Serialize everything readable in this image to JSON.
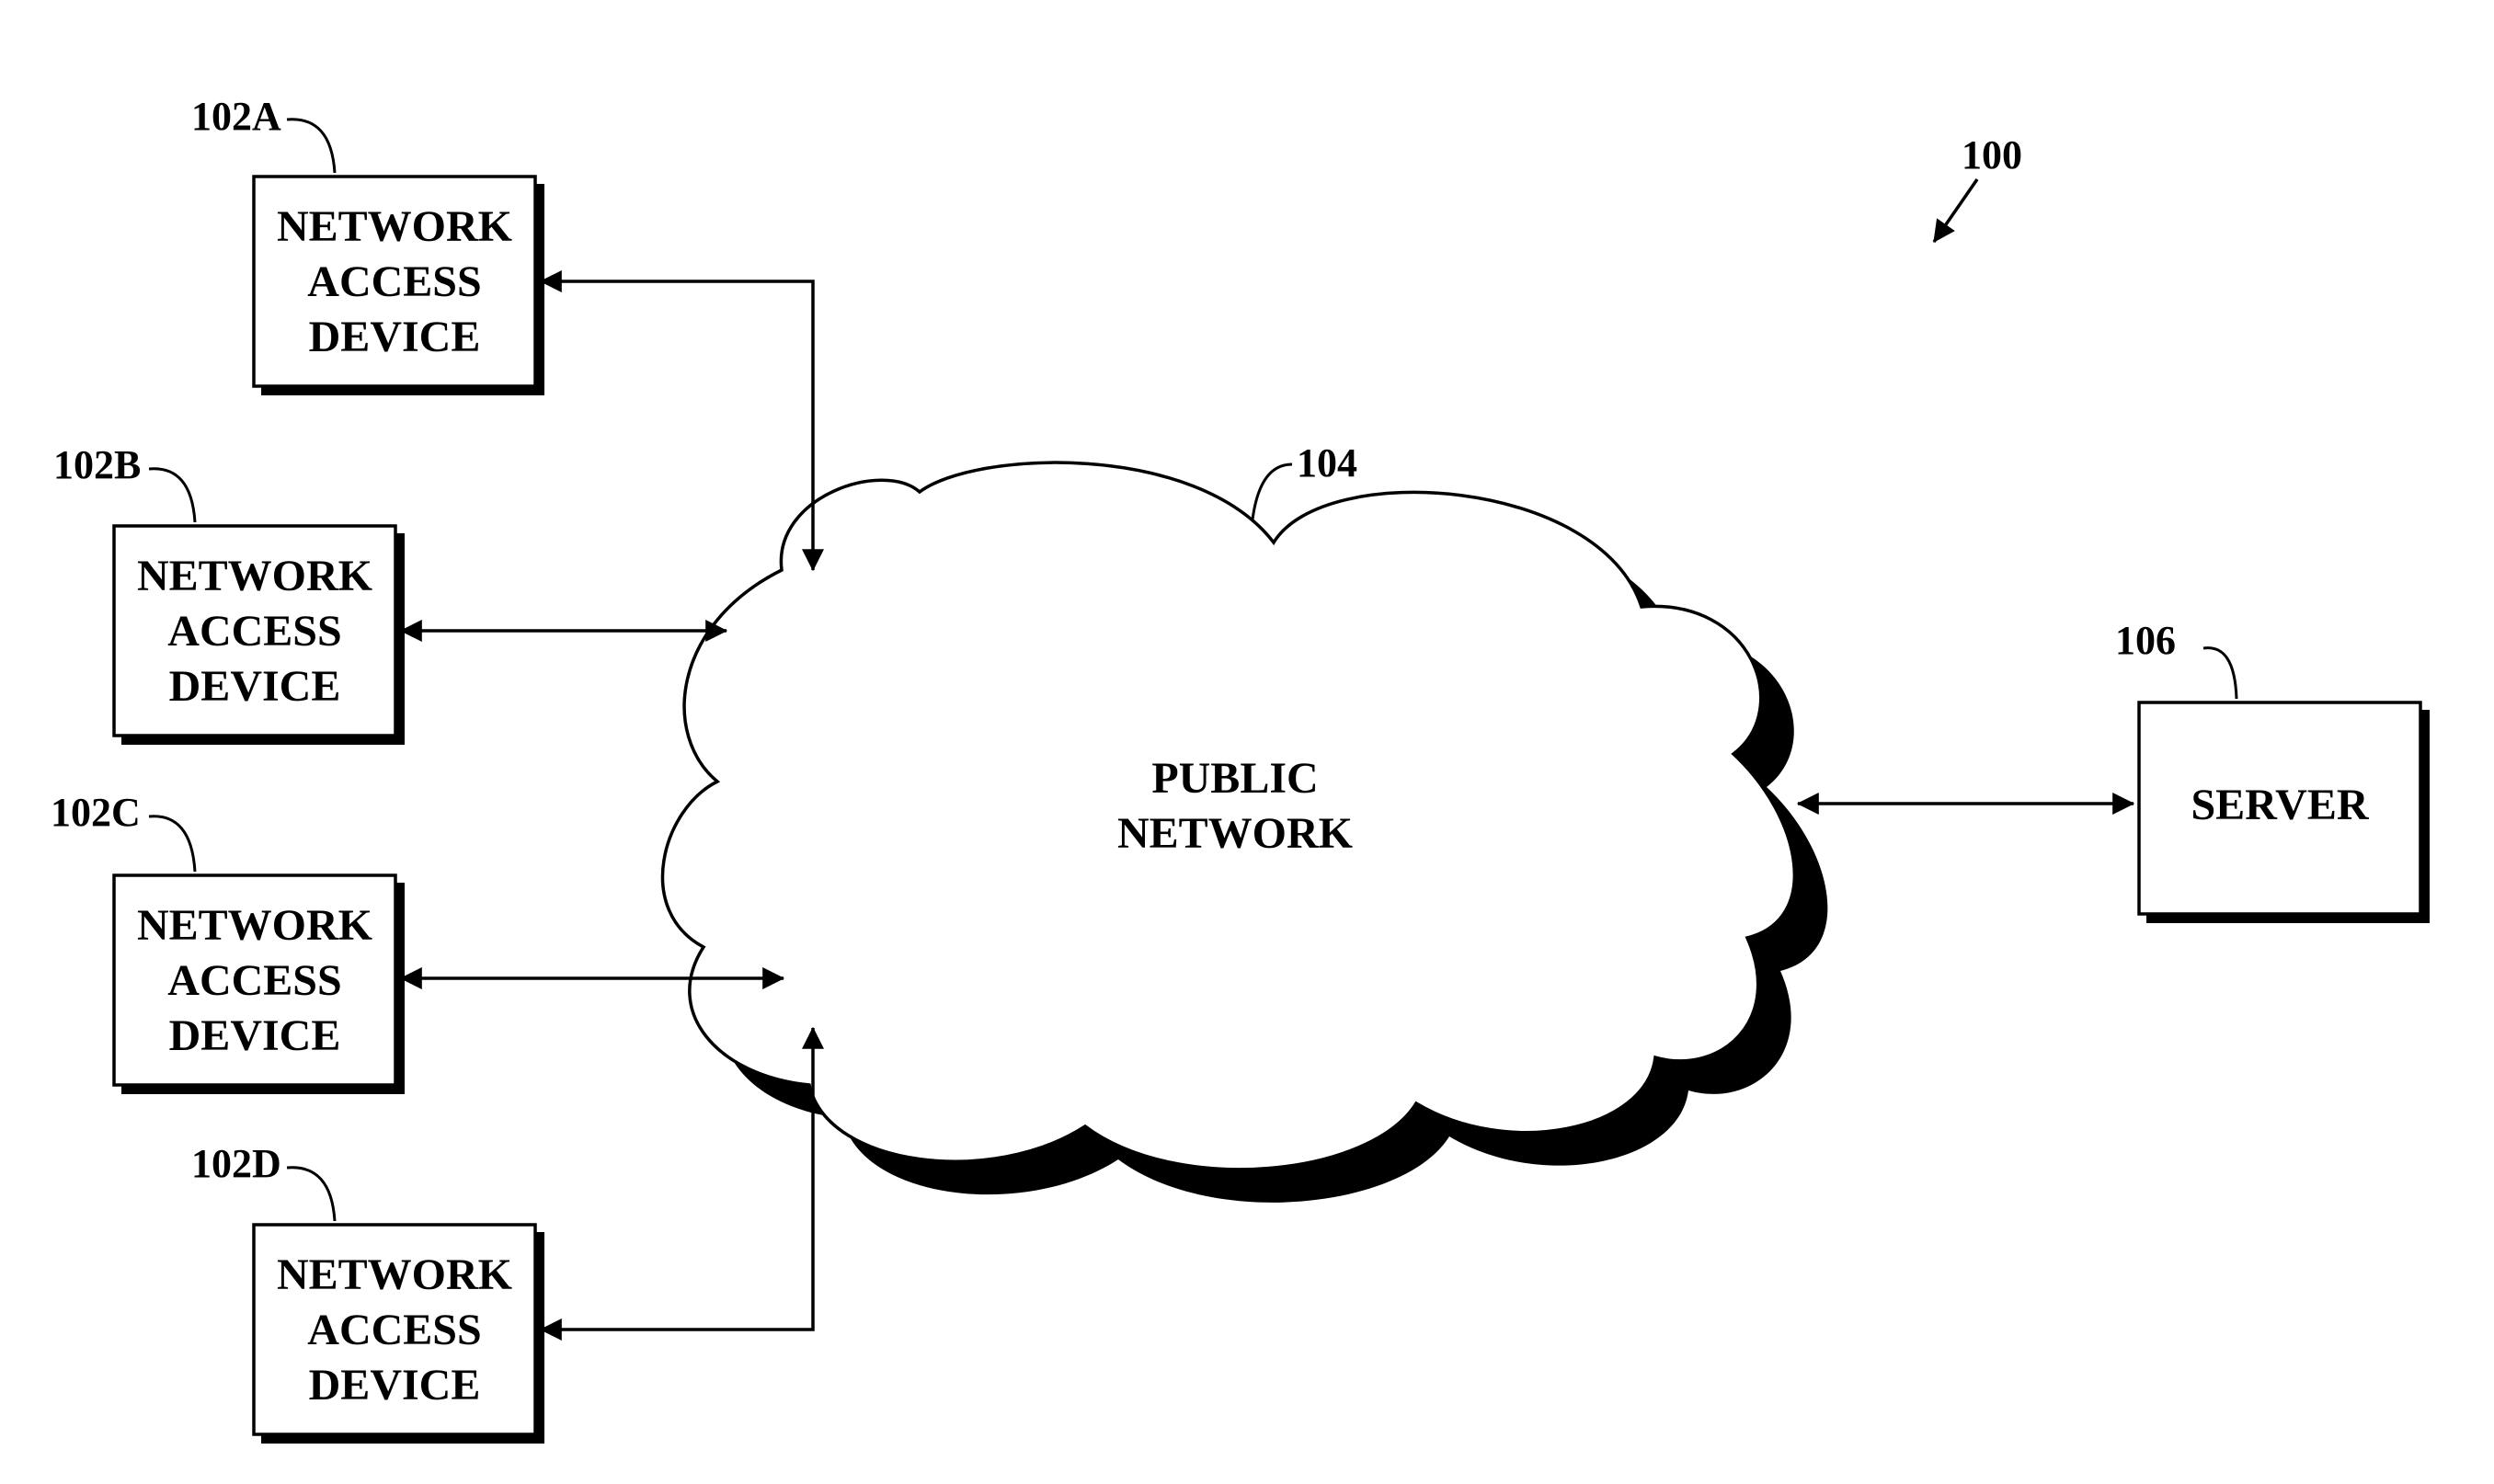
{
  "figure_ref": "100",
  "devices": [
    {
      "ref": "102A",
      "lines": [
        "NETWORK",
        "ACCESS",
        "DEVICE"
      ]
    },
    {
      "ref": "102B",
      "lines": [
        "NETWORK",
        "ACCESS",
        "DEVICE"
      ]
    },
    {
      "ref": "102C",
      "lines": [
        "NETWORK",
        "ACCESS",
        "DEVICE"
      ]
    },
    {
      "ref": "102D",
      "lines": [
        "NETWORK",
        "ACCESS",
        "DEVICE"
      ]
    }
  ],
  "network": {
    "ref": "104",
    "lines": [
      "PUBLIC",
      "NETWORK"
    ]
  },
  "server": {
    "ref": "106",
    "label": "SERVER"
  },
  "colors": {
    "ink": "#000000",
    "paper": "#ffffff"
  }
}
